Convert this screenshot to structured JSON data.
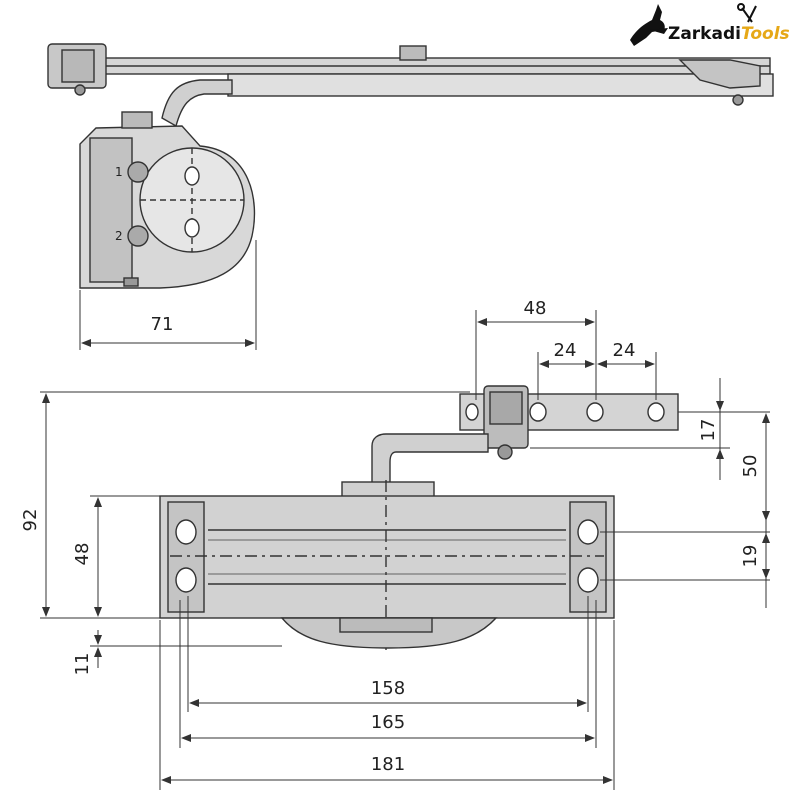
{
  "brand": {
    "name_part1": "Zarkadi",
    "name_part2": "Tools",
    "accent": "#e6a817",
    "logo_icon": "leaping-deer-icon"
  },
  "colors": {
    "line": "#333333",
    "body_fill": "#cfcfcf",
    "body_fill_dark": "#b3b3b3",
    "arm_fill": "#d6d6d6"
  },
  "top_view": {
    "mount_labels": [
      "1",
      "2"
    ],
    "width_dimension": "71"
  },
  "front_view": {
    "bracket_spacing_total": "48",
    "bracket_spacing_left": "24",
    "bracket_spacing_right": "24",
    "bracket_height": "17",
    "arm_offset": "50",
    "hole_spacing_vertical": "19",
    "overall_height": "92",
    "body_height": "48",
    "bottom_offset": "11",
    "length_inner": "158",
    "length_holes": "165",
    "length_overall": "181"
  }
}
